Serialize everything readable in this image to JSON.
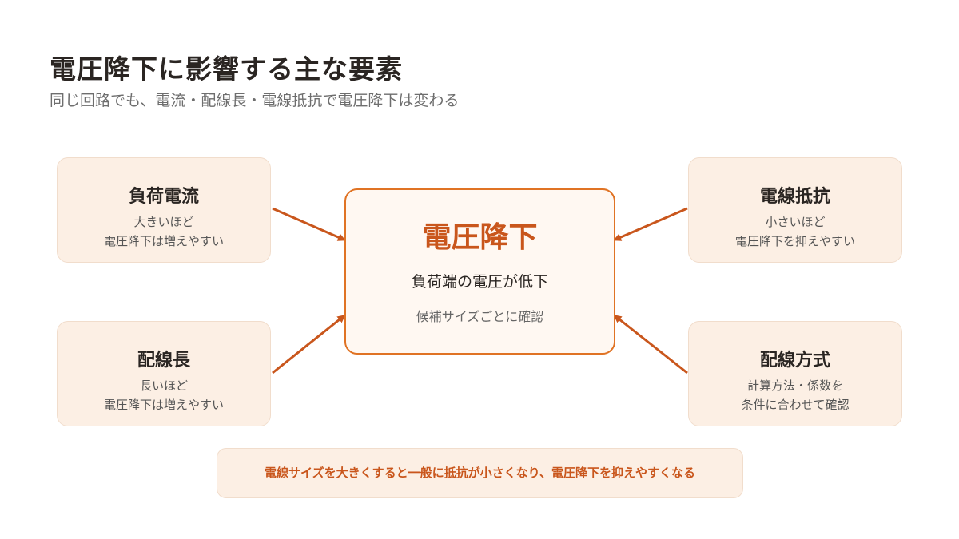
{
  "header": {
    "title": "電圧降下に影響する主な要素",
    "subtitle": "同じ回路でも、電流・配線長・電線抵抗で電圧降下は変わる"
  },
  "center": {
    "title": "電圧降下",
    "subtitle": "負荷端の電圧が低下",
    "note": "候補サイズごとに確認"
  },
  "factors": [
    {
      "title": "負荷電流",
      "line1": "大きいほど",
      "line2": "電圧降下は増えやすい"
    },
    {
      "title": "配線長",
      "line1": "長いほど",
      "line2": "電圧降下は増えやすい"
    },
    {
      "title": "電線抵抗",
      "line1": "小さいほど",
      "line2": "電圧降下を抑えやすい"
    },
    {
      "title": "配線方式",
      "line1": "計算方法・係数を",
      "line2": "条件に合わせて確認"
    }
  ],
  "footer": {
    "note": "電線サイズを大きくすると一般に抵抗が小さくなり、電圧降下を抑えやすくなる"
  },
  "colors": {
    "accent": "#c9561c",
    "box_fill": "#fcefe4",
    "center_border": "#e07324"
  }
}
